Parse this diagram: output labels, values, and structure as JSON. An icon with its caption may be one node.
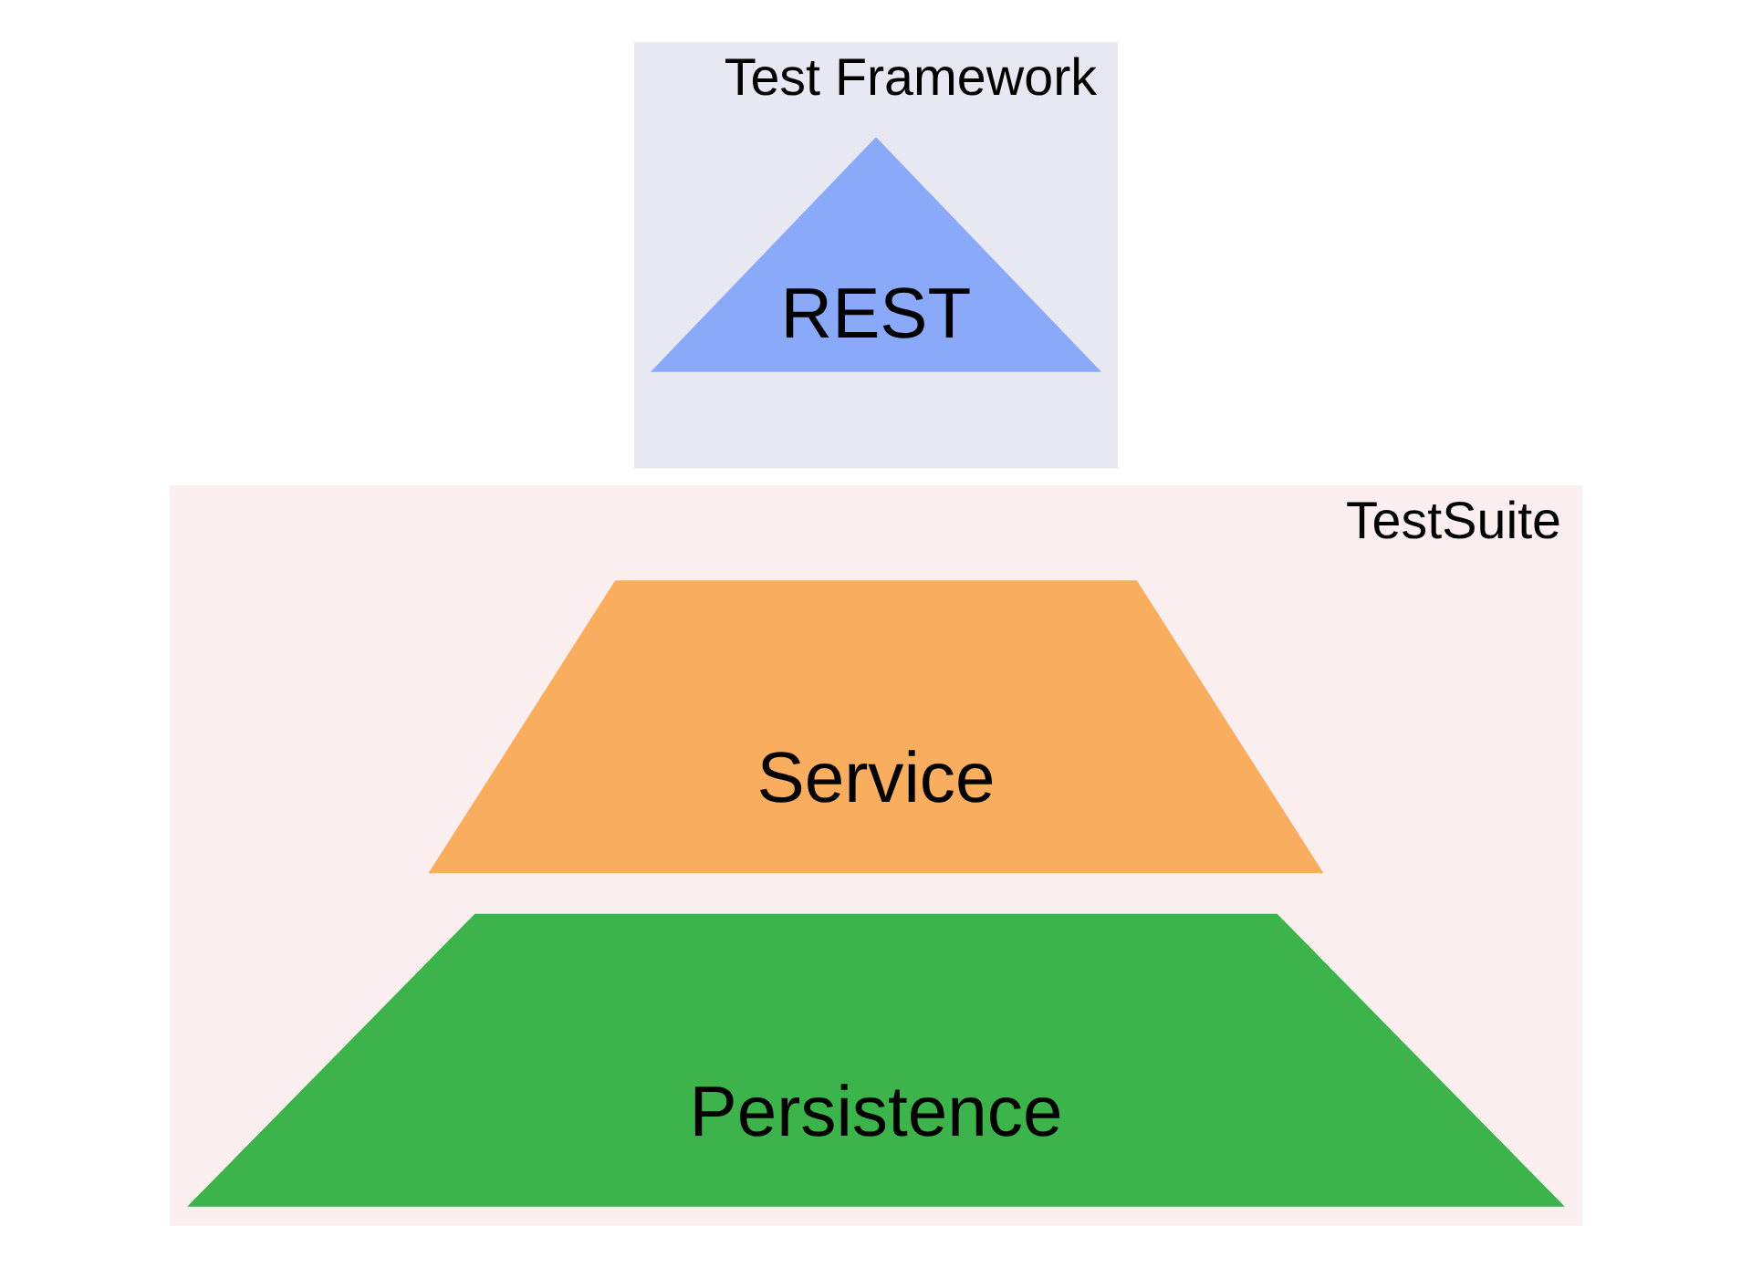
{
  "diagram": {
    "nodes": [
      {
        "text": [
          "Test Framework"
        ]
      },
      {
        "text": [
          "REST"
        ],
        "in": 0
      },
      {
        "text": [
          "TestSuite"
        ]
      },
      {
        "text": [
          "Service"
        ],
        "in": 2
      },
      {
        "text": [
          "Persistence"
        ],
        "in": 2
      }
    ]
  }
}
